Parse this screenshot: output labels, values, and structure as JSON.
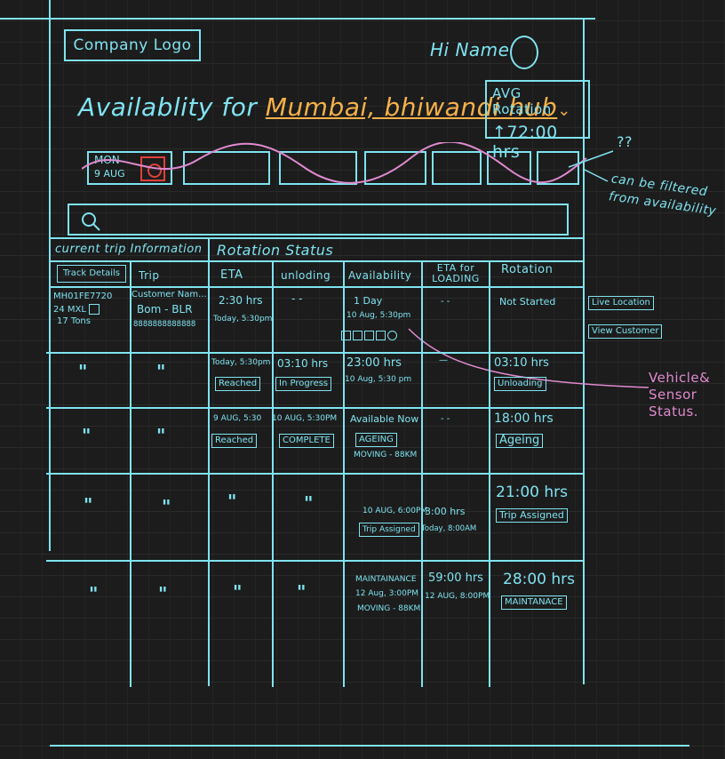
{
  "header": {
    "logo": "Company Logo",
    "greeting": "Hi Name"
  },
  "title": {
    "prefix": "Availablity for ",
    "hub": "Mumbai, bhiwandi hub"
  },
  "avg_rotation": {
    "label": "AVG Rotation",
    "value": "↑72:00 hrs"
  },
  "date_filter": {
    "day": "MON",
    "date": "9 AUG"
  },
  "annotations": {
    "question": "??",
    "filter_note": "can be filtered from availability",
    "sensor_note": "Vehicle& Sensor Status."
  },
  "table": {
    "groups": [
      "current trip Information",
      "Rotation Status"
    ],
    "columns": [
      "Track Details",
      "Trip",
      "ETA",
      "unloding",
      "Availability",
      "ETA for LOADING",
      "Rotation"
    ],
    "row1": {
      "truck": "MH01FE7720",
      "truck_type": "24 MXL",
      "truck_weight": "17 Tons",
      "customer": "Customer Nam...",
      "route": "Bom - BLR",
      "phone": "8888888888888",
      "eta": "2:30 hrs",
      "eta_time": "Today, 5:30pm",
      "unloading": "- -",
      "avail": "1 Day",
      "avail_time": "10 Aug, 5:30pm",
      "eta_loading": "- -",
      "rotation": "Not Started",
      "action1": "Live Location",
      "action2": "View Customer"
    },
    "row2": {
      "truck": "\"",
      "trip": "\"",
      "eta_time": "Today, 5:30pm",
      "eta_status": "Reached",
      "unloading": "03:10 hrs",
      "unloading_status": "In Progress",
      "avail": "23:00 hrs",
      "avail_time": "10 Aug, 5:30 pm",
      "eta_loading": "—",
      "rotation": "03:10 hrs",
      "rotation_status": "Unloading"
    },
    "row3": {
      "truck": "\"",
      "trip": "\"",
      "eta_time": "9 AUG, 5:30",
      "eta_status": "Reached",
      "unloading": "10 AUG, 5:30PM",
      "unloading_status": "COMPLETE",
      "avail": "Available Now",
      "avail_status": "AGEING",
      "avail_note": "MOVING - 88KM",
      "eta_loading": "- -",
      "rotation": "18:00 hrs",
      "rotation_status": "Ageing"
    },
    "row4": {
      "truck": "\"",
      "trip": "\"",
      "eta": "\"",
      "unloading": "\"",
      "avail_time": "10 AUG, 6:00PM",
      "avail_status": "Trip Assigned",
      "eta_loading": "3:00 hrs",
      "eta_loading_time": "Today, 8:00AM",
      "rotation": "21:00 hrs",
      "rotation_status": "Trip Assigned"
    },
    "row5": {
      "truck": "\"",
      "trip": "\"",
      "eta": "\"",
      "unloading": "\"",
      "avail": "MAINTAINANCE",
      "avail_time": "12 Aug, 3:00PM",
      "avail_note": "MOVING - 88KM",
      "eta_loading": "59:00 hrs",
      "eta_loading_time": "12 AUG, 8:00PM",
      "rotation": "28:00 hrs",
      "rotation_status": "MAINTANACE"
    }
  },
  "colors": {
    "ink": "#7fe3f0",
    "hub": "#f5b14a",
    "annotation": "#e08ad0",
    "background": "#1c1c1c"
  }
}
